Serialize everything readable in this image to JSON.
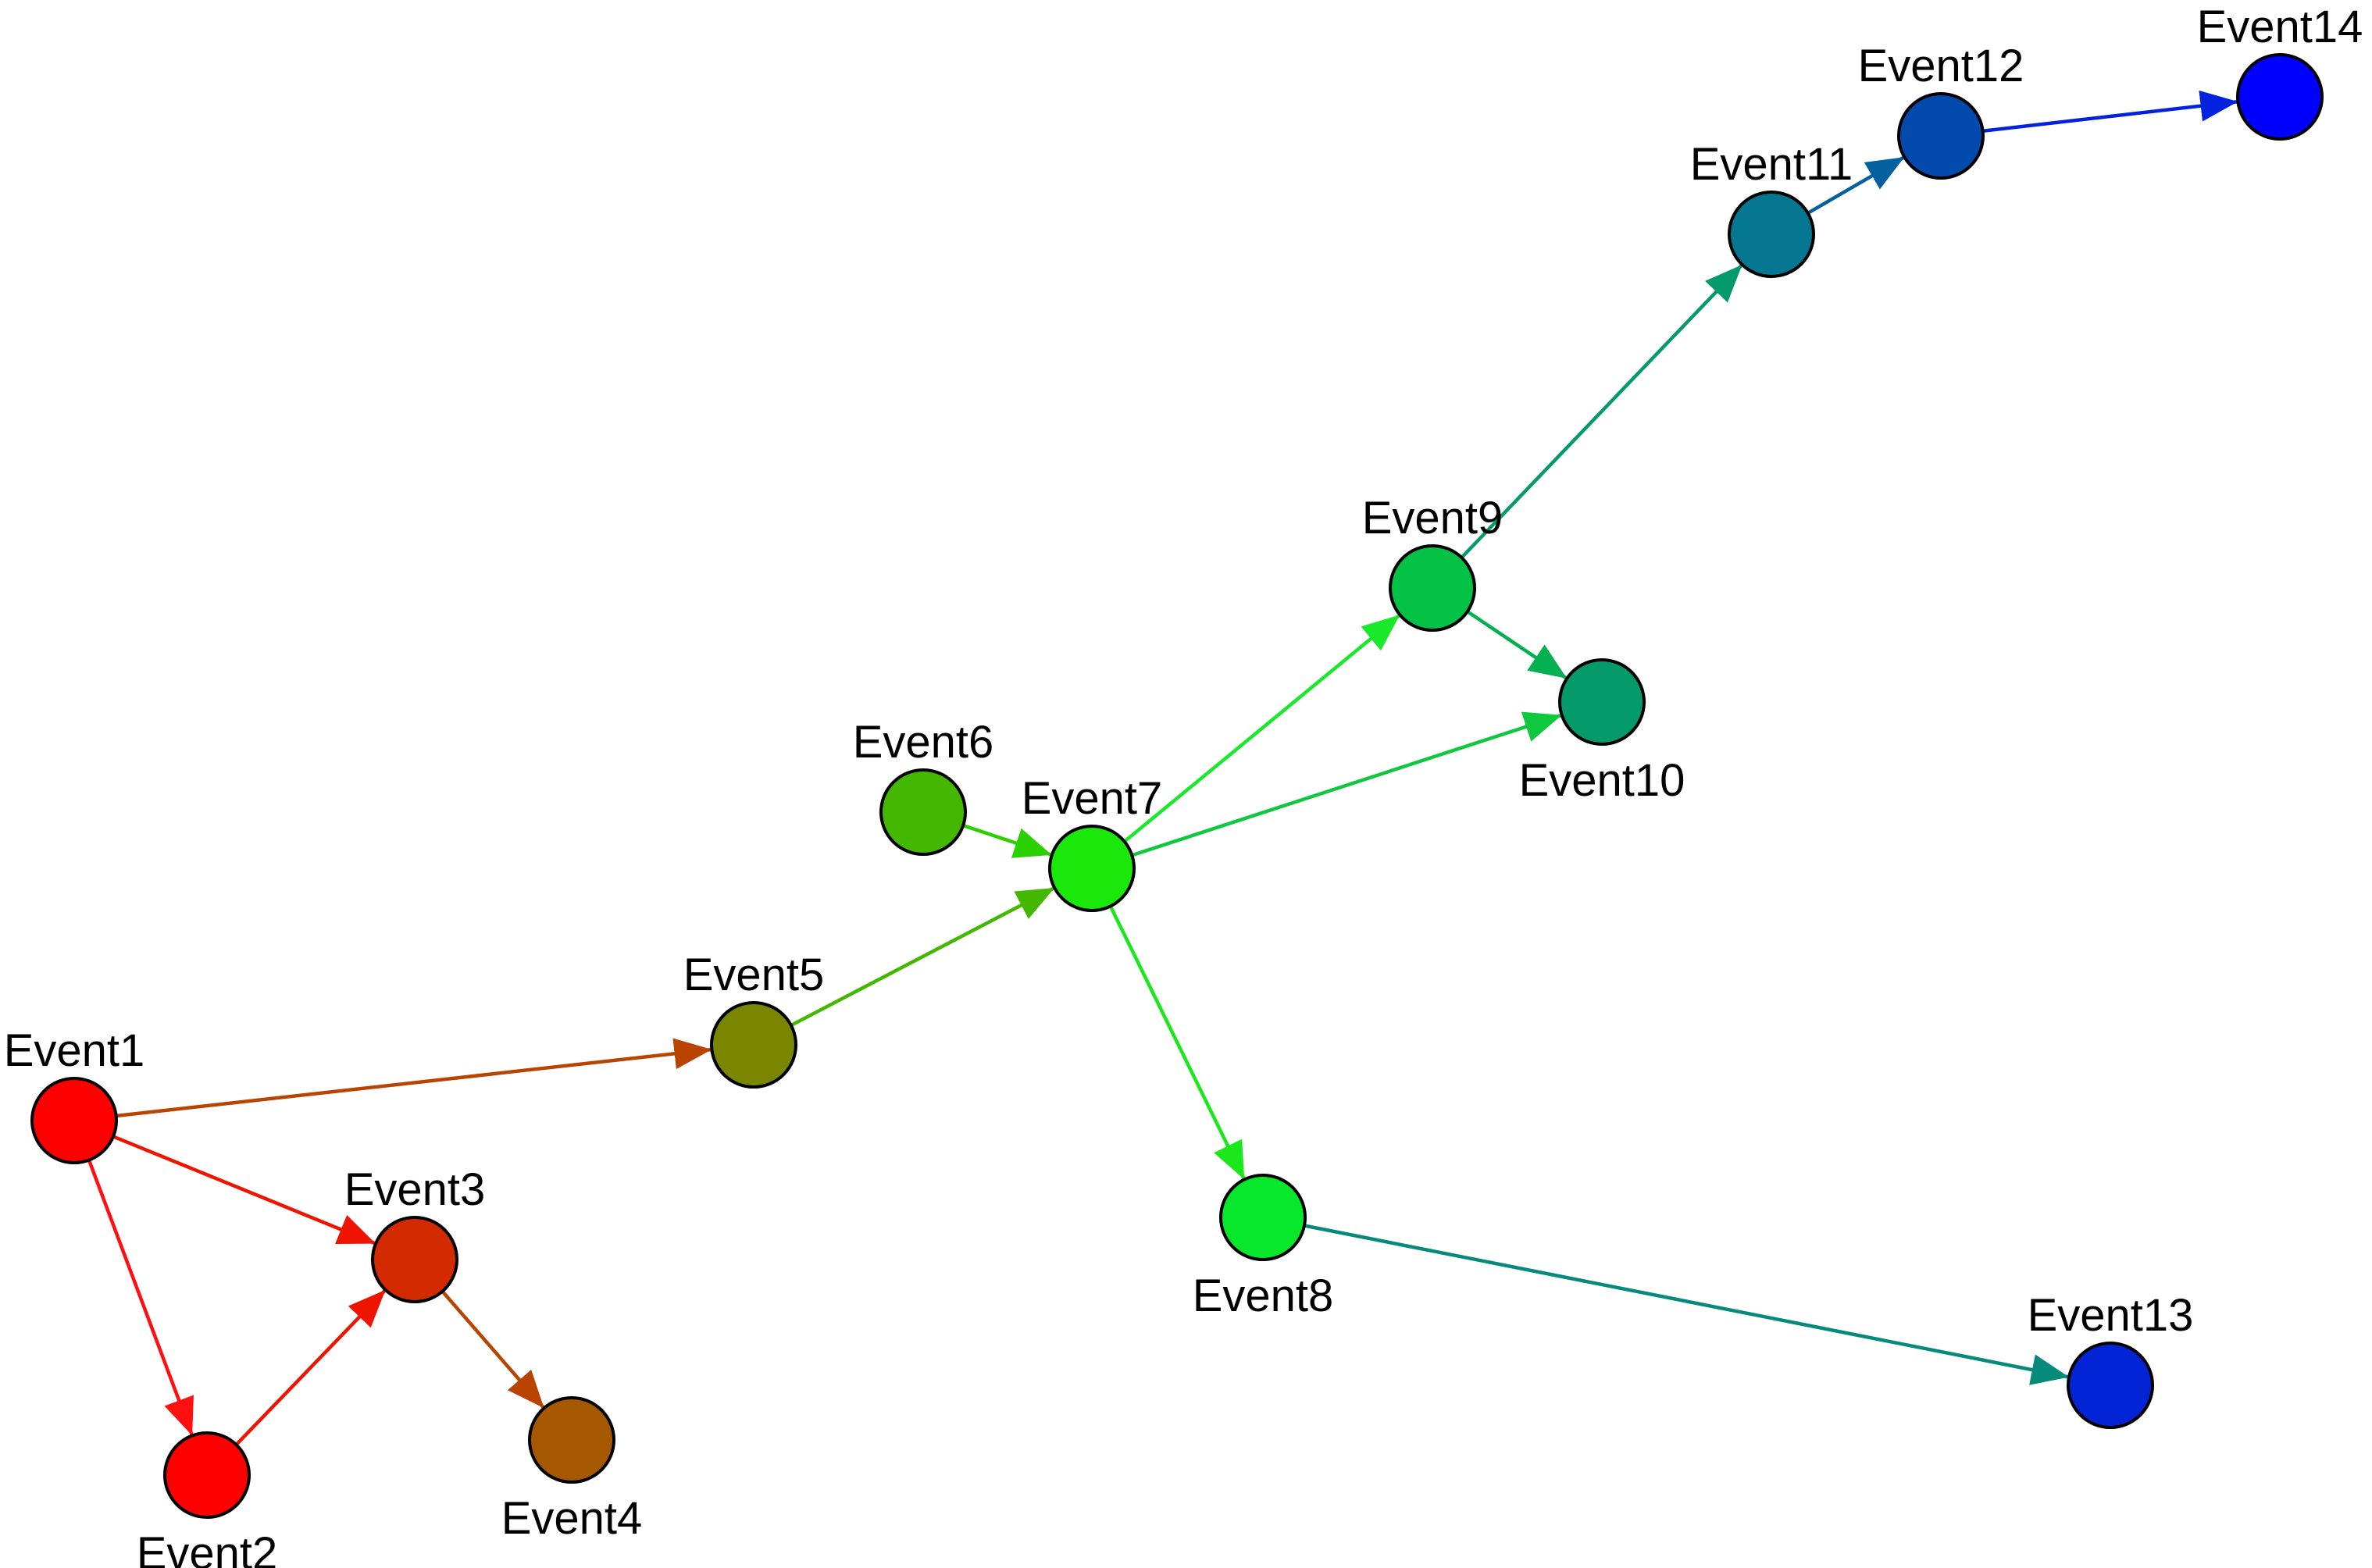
{
  "graph": {
    "nodes": [
      {
        "id": "Event1",
        "label": "Event1",
        "color": "#ff0000",
        "label_side": "above"
      },
      {
        "id": "Event2",
        "label": "Event2",
        "color": "#ff0000",
        "label_side": "below"
      },
      {
        "id": "Event3",
        "label": "Event3",
        "color": "#d42a00",
        "label_side": "above"
      },
      {
        "id": "Event4",
        "label": "Event4",
        "color": "#a65800",
        "label_side": "below"
      },
      {
        "id": "Event5",
        "label": "Event5",
        "color": "#7a8500",
        "label_side": "above"
      },
      {
        "id": "Event6",
        "label": "Event6",
        "color": "#44b800",
        "label_side": "above"
      },
      {
        "id": "Event7",
        "label": "Event7",
        "color": "#1ae80a",
        "label_side": "above"
      },
      {
        "id": "Event8",
        "label": "Event8",
        "color": "#08e82a",
        "label_side": "below"
      },
      {
        "id": "Event9",
        "label": "Event9",
        "color": "#04c246",
        "label_side": "above"
      },
      {
        "id": "Event10",
        "label": "Event10",
        "color": "#049a6a",
        "label_side": "below"
      },
      {
        "id": "Event11",
        "label": "Event11",
        "color": "#057690",
        "label_side": "above"
      },
      {
        "id": "Event12",
        "label": "Event12",
        "color": "#034aaf",
        "label_side": "above"
      },
      {
        "id": "Event13",
        "label": "Event13",
        "color": "#0224d4",
        "label_side": "above"
      },
      {
        "id": "Event14",
        "label": "Event14",
        "color": "#0000ff",
        "label_side": "above"
      }
    ],
    "edges": [
      {
        "from": "Event1",
        "to": "Event5",
        "color": "#b84400"
      },
      {
        "from": "Event1",
        "to": "Event3",
        "color": "#ee1400"
      },
      {
        "from": "Event1",
        "to": "Event2",
        "color": "#ff1010"
      },
      {
        "from": "Event2",
        "to": "Event3",
        "color": "#ee1400"
      },
      {
        "from": "Event3",
        "to": "Event4",
        "color": "#b84400"
      },
      {
        "from": "Event5",
        "to": "Event7",
        "color": "#44b800"
      },
      {
        "from": "Event6",
        "to": "Event7",
        "color": "#2ad000"
      },
      {
        "from": "Event7",
        "to": "Event9",
        "color": "#1ae82a"
      },
      {
        "from": "Event7",
        "to": "Event10",
        "color": "#10c840"
      },
      {
        "from": "Event7",
        "to": "Event8",
        "color": "#1ae81a"
      },
      {
        "from": "Event9",
        "to": "Event10",
        "color": "#04b050"
      },
      {
        "from": "Event9",
        "to": "Event11",
        "color": "#049a6a"
      },
      {
        "from": "Event11",
        "to": "Event12",
        "color": "#0560a0"
      },
      {
        "from": "Event12",
        "to": "Event14",
        "color": "#0222e0"
      },
      {
        "from": "Event8",
        "to": "Event13",
        "color": "#068a7a"
      }
    ]
  }
}
